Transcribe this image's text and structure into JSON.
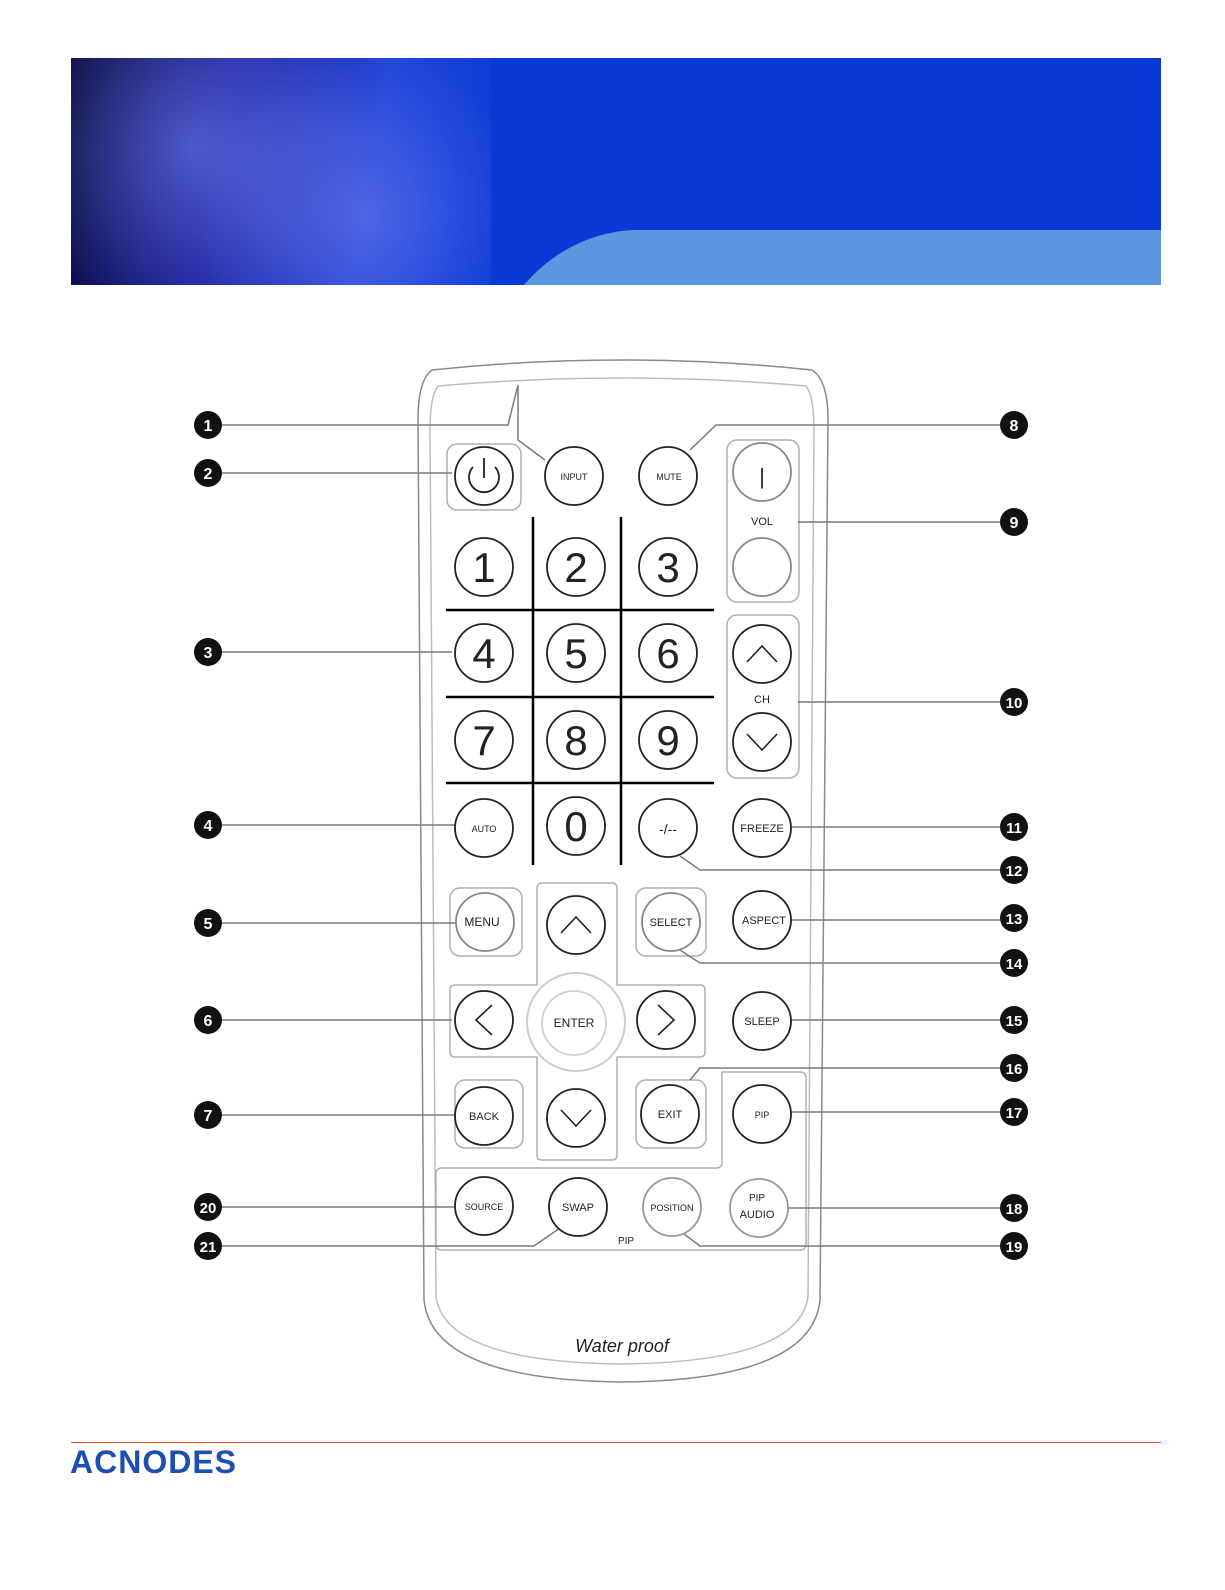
{
  "remote": {
    "buttons": {
      "input": "INPUT",
      "mute": "MUTE",
      "vol": "VOL",
      "vol_up_glyph": "|",
      "digits": [
        "1",
        "2",
        "3",
        "4",
        "5",
        "6",
        "7",
        "8",
        "9",
        "0"
      ],
      "ch": "CH",
      "auto": "AUTO",
      "dash": "-/--",
      "freeze": "FREEZE",
      "menu": "MENU",
      "select": "SELECT",
      "aspect": "ASPECT",
      "enter": "ENTER",
      "sleep": "SLEEP",
      "back": "BACK",
      "exit": "EXIT",
      "pip": "PIP",
      "source": "SOURCE",
      "swap": "SWAP",
      "position": "POSITION",
      "pip_audio_line1": "PIP",
      "pip_audio_line2": "AUDIO",
      "pip_group": "PIP"
    },
    "waterproof": "Water proof",
    "callouts": [
      "1",
      "2",
      "3",
      "4",
      "5",
      "6",
      "7",
      "8",
      "9",
      "10",
      "11",
      "12",
      "13",
      "14",
      "15",
      "16",
      "17",
      "18",
      "19",
      "20",
      "21"
    ]
  },
  "footer": {
    "logo": "ACNODES"
  },
  "colors": {
    "banner_blue": "#0a3ad6",
    "banner_wave": "#5b97e0",
    "footer_line": "#e24a2a",
    "logo": "#1d4fb0"
  }
}
